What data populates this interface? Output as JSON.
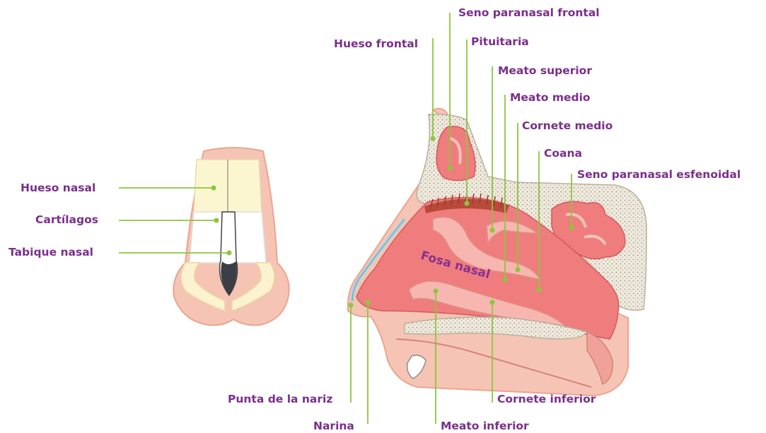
{
  "labels": {
    "hueso_nasal": "Hueso nasal",
    "cartilagos": "Cartílagos",
    "tabique_nasal": "Tabique nasal",
    "hueso_frontal": "Hueso frontal",
    "seno_frontal": "Seno paranasal frontal",
    "pituitaria": "Pituitaria",
    "meato_superior": "Meato superior",
    "meato_medio": "Meato medio",
    "cornete_medio": "Cornete medio",
    "coana": "Coana",
    "seno_esfenoidal": "Seno paranasal esfenoidal",
    "fosa_nasal": "Fosa nasal",
    "punta_nariz": "Punta de la nariz",
    "narina": "Narina",
    "meato_inferior": "Meato inferior",
    "cornete_inferior": "Cornete inferior"
  },
  "colors": {
    "label_text": "#7a2f8a",
    "leader_line": "#8cc63f",
    "skin": "#f6c4b4",
    "skin_dark": "#eba590",
    "bone_cream": "#fbf6cf",
    "mucosa": "#ef7d7d",
    "mucosa_light": "#f7b7b0",
    "spongy_bone": "#efe9dc",
    "septum_dark": "#3d3d45"
  }
}
